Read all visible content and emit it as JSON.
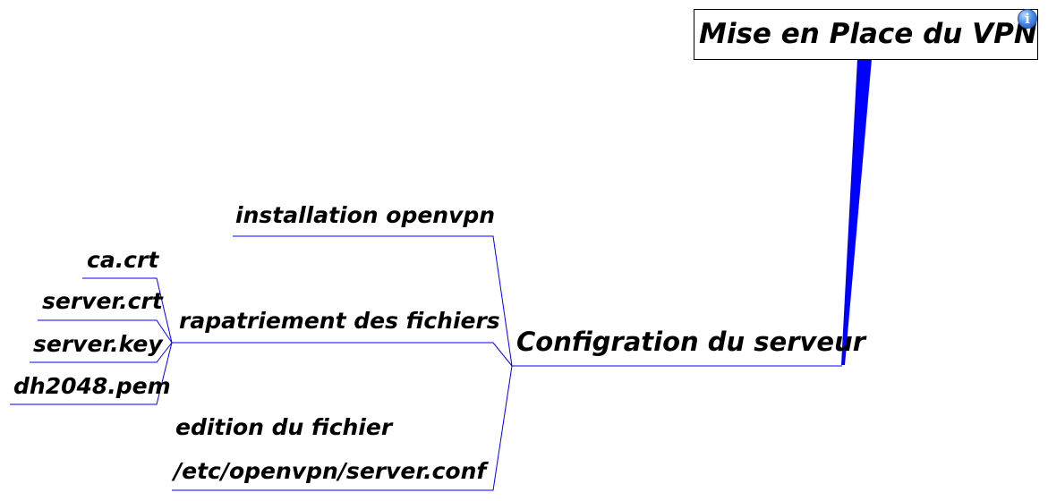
{
  "root": {
    "title": "Mise en Place du VPN",
    "info_icon": "info-icon"
  },
  "main_branch": {
    "label": "Configration du serveur"
  },
  "branches": [
    {
      "label": "installation openvpn"
    },
    {
      "label": "rapatriement des fichiers",
      "files": [
        "ca.crt",
        "server.crt",
        "server.key",
        "dh2048.pem"
      ]
    },
    {
      "label_line1": "edition du fichier",
      "label_line2": "/etc/openvpn/server.conf"
    }
  ],
  "colors": {
    "connector": "#0000ff",
    "text": "#000000"
  }
}
